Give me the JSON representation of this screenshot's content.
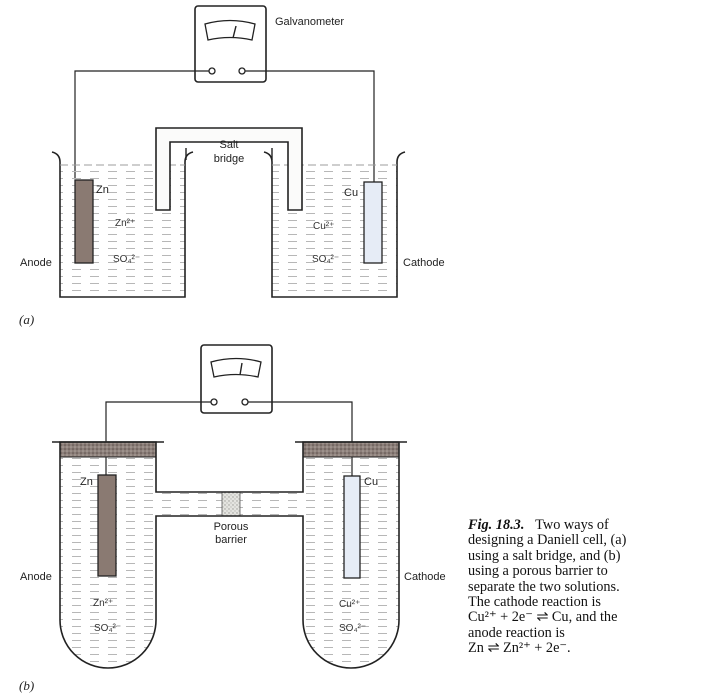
{
  "panel_a": {
    "label": "(a)",
    "galvanometer": "Galvanometer",
    "salt_bridge": [
      "Salt",
      "bridge"
    ],
    "anode": "Anode",
    "cathode": "Cathode",
    "zn": "Zn",
    "cu": "Cu",
    "zn_ion": "Zn²⁺",
    "cu_ion": "Cu²⁺",
    "so4_left": "SO₄²⁻",
    "so4_right": "SO₄²⁻"
  },
  "panel_b": {
    "label": "(b)",
    "porous_barrier": [
      "Porous",
      "barrier"
    ],
    "anode": "Anode",
    "cathode": "Cathode",
    "zn": "Zn",
    "cu": "Cu",
    "zn_ion": "Zn²⁺",
    "cu_ion": "Cu²⁺",
    "so4_left": "SO₄²⁻",
    "so4_right": "SO₄²⁻"
  },
  "caption": {
    "fig_label": "Fig. 18.3.",
    "lines": [
      "Two ways of",
      "designing a Daniell cell, (a)",
      "using a salt bridge, and (b)",
      "using a porous barrier to",
      "separate the two solutions.",
      "The cathode reaction is",
      "Cu²⁺ + 2e⁻ ⇌ Cu,  and the",
      "anode reaction is",
      "Zn ⇌ Zn²⁺ + 2e⁻."
    ]
  },
  "colors": {
    "line": "#222222",
    "solution": "#f1f1ee",
    "zinc": "#8a7a72",
    "copper": "#e6ecf6",
    "cap": "#8c7f7a"
  }
}
